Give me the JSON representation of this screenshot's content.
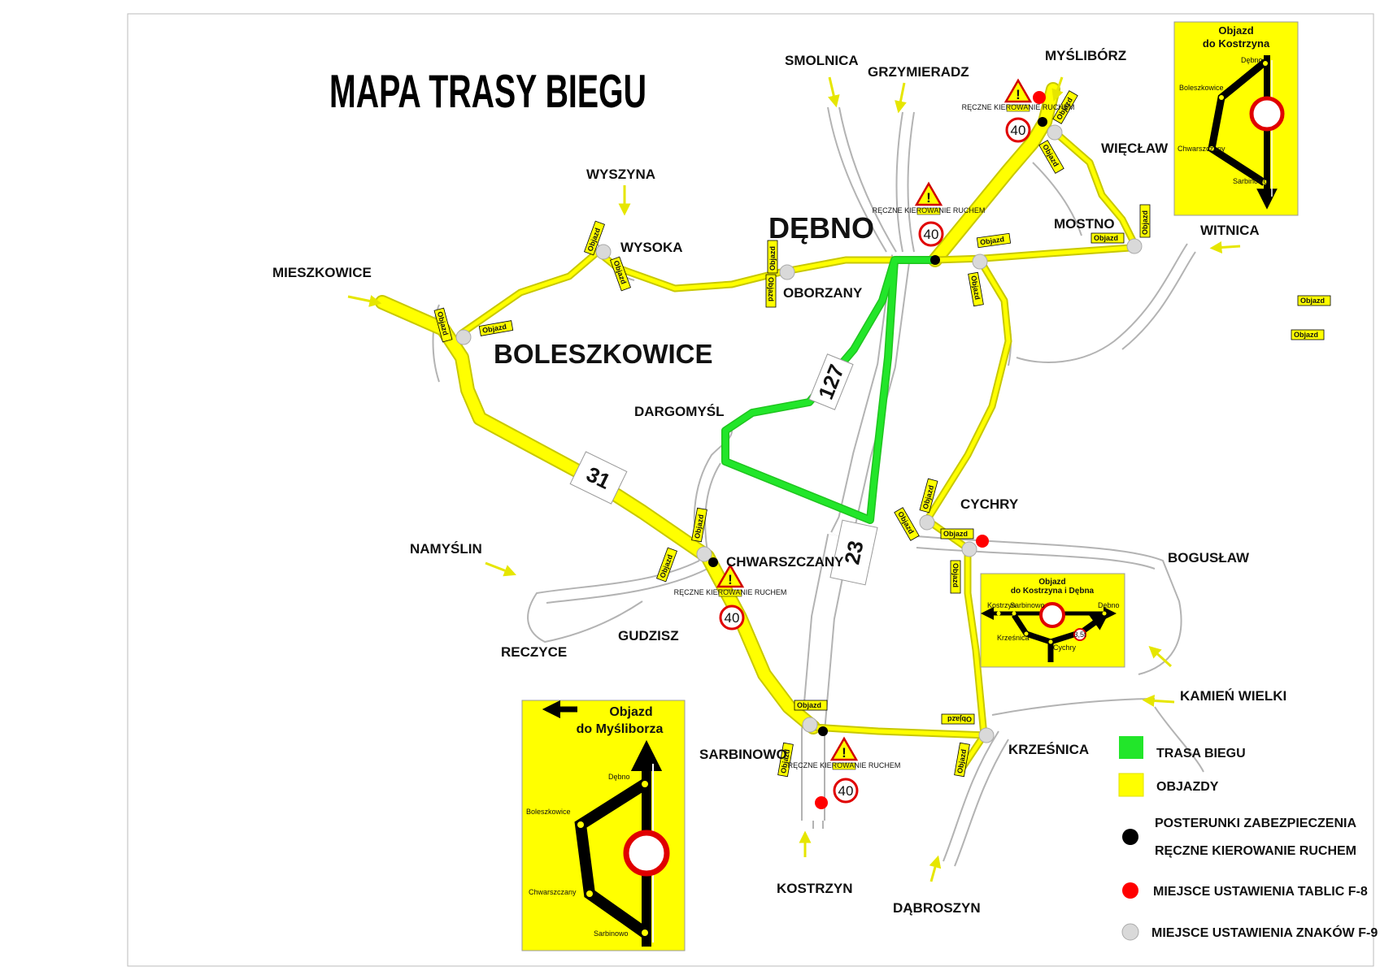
{
  "title": "MAPA TRASY BIEGU",
  "colors": {
    "route": "#22e62a",
    "detour": "#ffff00",
    "detour_border": "#c8c800",
    "road_outline": "#b0b0b0",
    "post": "#000000",
    "f8": "#ff0000",
    "f9": "#d9d9d9"
  },
  "places": {
    "smolnica": "SMOLNICA",
    "grzymieradz": "GRZYMIERADZ",
    "mysliborz": "MYŚLIBÓRZ",
    "wyszyna": "WYSZYNA",
    "wieclaw": "WIĘCŁAW",
    "debno": "DĘBNO",
    "mostno": "MOSTNO",
    "witnica": "WITNICA",
    "wysoka": "WYSOKA",
    "mieszkowice": "MIESZKOWICE",
    "oborzany": "OBORZANY",
    "boleszkowice": "BOLESZKOWICE",
    "dargomysl": "DARGOMYŚL",
    "cychry": "CYCHRY",
    "namyslin": "NAMYŚLIN",
    "chwarszczany": "CHWARSZCZANY",
    "boguslaw": "BOGUSŁAW",
    "gudzisz": "GUDZISZ",
    "reczyce": "RECZYCE",
    "kamien_wielki": "KAMIEŃ WIELKI",
    "sarbinowo": "SARBINOWO",
    "kresnica": "KRZEŚNICA",
    "kostrzyn": "KOSTRZYN",
    "dabroszyn": "DĄBROSZYN"
  },
  "road_numbers": {
    "r127": "127",
    "r31": "31",
    "r23": "23"
  },
  "signs": {
    "detour_label": "Objazd",
    "speed_limit": "40",
    "weight_limit": "3,5t",
    "warning_caption": "RĘCZNE KIEROWANIE RUCHEM",
    "warning_mark": "!"
  },
  "inset_kostrzyn": {
    "title_line1": "Objazd",
    "title_line2": "do Kostrzyna",
    "stops": [
      "Dębno",
      "Boleszkowice",
      "Chwarszczany",
      "Sarbinowo"
    ]
  },
  "inset_kostrzyn_debno": {
    "title_line1": "Objazd",
    "title_line2": "do Kostrzyna i Dębna",
    "stops": [
      "Kostrzyn",
      "Sarbinowo",
      "Krześnica",
      "Cychry",
      "Dębno"
    ]
  },
  "inset_mysliborz": {
    "title_line1": "Objazd",
    "title_line2": "do Myśliborza",
    "stops": [
      "Dębno",
      "Boleszkowice",
      "Chwarszczany",
      "Sarbinowo"
    ]
  },
  "legend": {
    "route": "TRASA BIEGU",
    "detours": "OBJAZDY",
    "posts_line1": "POSTERUNKI ZABEZPIECZENIA",
    "posts_line2": "RĘCZNE KIEROWANIE RUCHEM",
    "f8": "MIEJSCE USTAWIENIA TABLIC  F-8",
    "f9": "MIEJSCE USTAWIENIA ZNAKÓW  F-9"
  }
}
